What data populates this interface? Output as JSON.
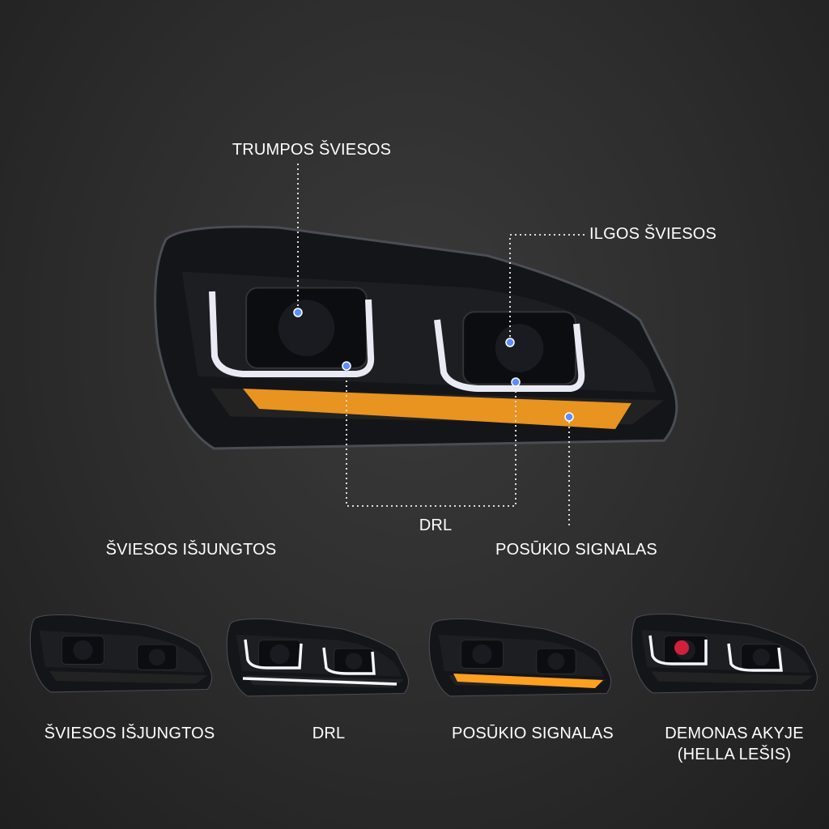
{
  "callouts": {
    "low_beam": "TRUMPOS ŠVIESOS",
    "high_beam": "ILGOS ŠVIESOS",
    "drl": "DRL",
    "lights_off": "ŠVIESOS IŠJUNGTOS",
    "turn_signal": "POSŪKIO SIGNALAS"
  },
  "modes": [
    {
      "label": "ŠVIESOS IŠJUNGTOS"
    },
    {
      "label": "DRL"
    },
    {
      "label": "POSŪKIO SIGNALAS"
    },
    {
      "label": "DEMONAS AKYJE",
      "label2": "(HELLA LEŠIS)"
    }
  ],
  "colors": {
    "drl": "#f4f6ff",
    "amber": "#ffa020",
    "dot": "#5b8fff",
    "demon": "#d0203a"
  }
}
